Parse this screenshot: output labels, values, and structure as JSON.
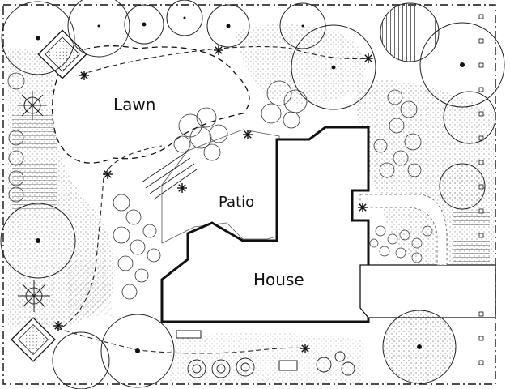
{
  "plan": {
    "labels": {
      "lawn": "Lawn",
      "patio": "Patio",
      "house": "House"
    },
    "colors": {
      "ink": "#111111",
      "background": "#ffffff"
    },
    "icons": {
      "light": "asterisk-light-icon",
      "tree": "tree-canopy-icon",
      "shrub": "shrub-cluster-icon"
    }
  }
}
